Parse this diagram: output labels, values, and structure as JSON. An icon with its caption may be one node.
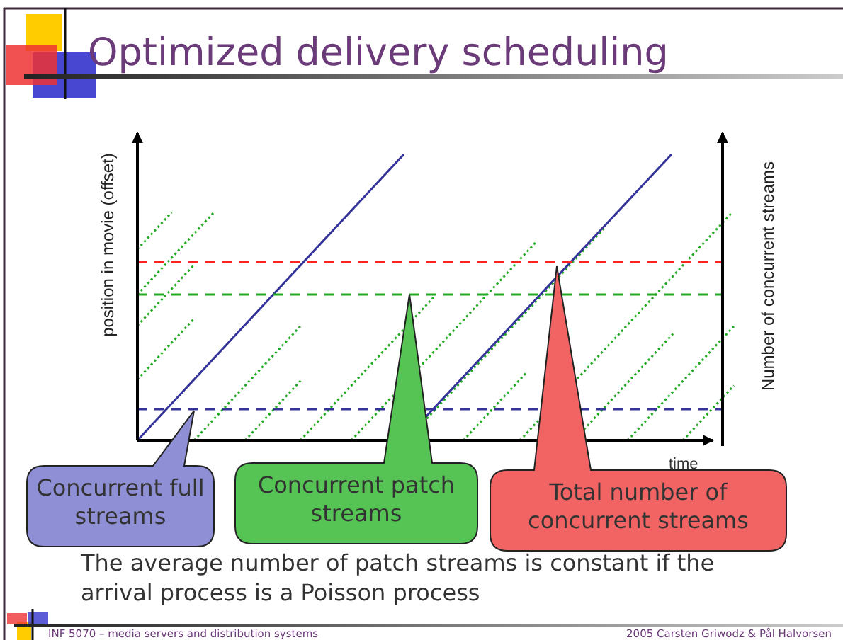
{
  "diagram": {
    "title": "Optimized delivery scheduling",
    "nodes": [
      {
        "text": [
          "Concurrent full streams"
        ]
      },
      {
        "text": [
          "Concurrent patch streams"
        ]
      },
      {
        "text": [
          "Total number of concurrent streams"
        ]
      }
    ],
    "edges": [],
    "labels": [
      "position in movie (offset)",
      "Number of concurrent streams",
      "time",
      "The average number of patch streams is constant if the arrival process is a Poisson process",
      "INF 5070 – media servers and distribution systems",
      "2005  Carsten Griwodz & Pål Halvorsen"
    ]
  }
}
